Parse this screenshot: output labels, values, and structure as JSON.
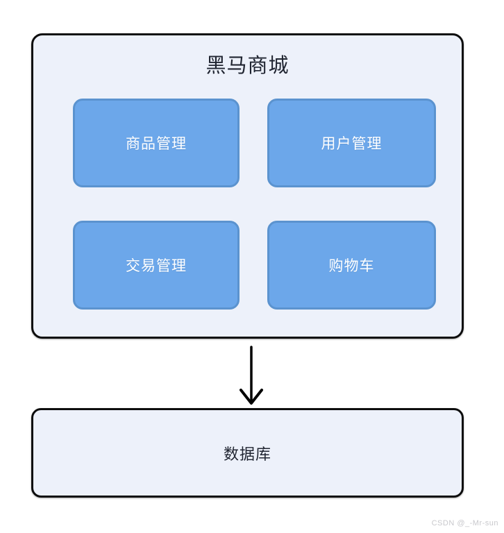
{
  "diagram": {
    "system": {
      "title": "黑马商城",
      "modules": [
        {
          "label": "商品管理"
        },
        {
          "label": "用户管理"
        },
        {
          "label": "交易管理"
        },
        {
          "label": "购物车"
        }
      ]
    },
    "database": {
      "label": "数据库"
    },
    "icons": {
      "arrow": "down-arrow-icon"
    },
    "watermark": "CSDN @_-Mr-sun",
    "colors": {
      "canvas_background": "#FFFFFF",
      "container_fill": "#EDF1FA",
      "container_border": "#0D0D0D",
      "module_fill": "#6CA7EA",
      "module_border": "#5B93CF",
      "module_text": "#FFFFFF",
      "title_text": "#1F2430",
      "arrow": "#000000",
      "watermark_text": "#C8C8CC"
    }
  }
}
